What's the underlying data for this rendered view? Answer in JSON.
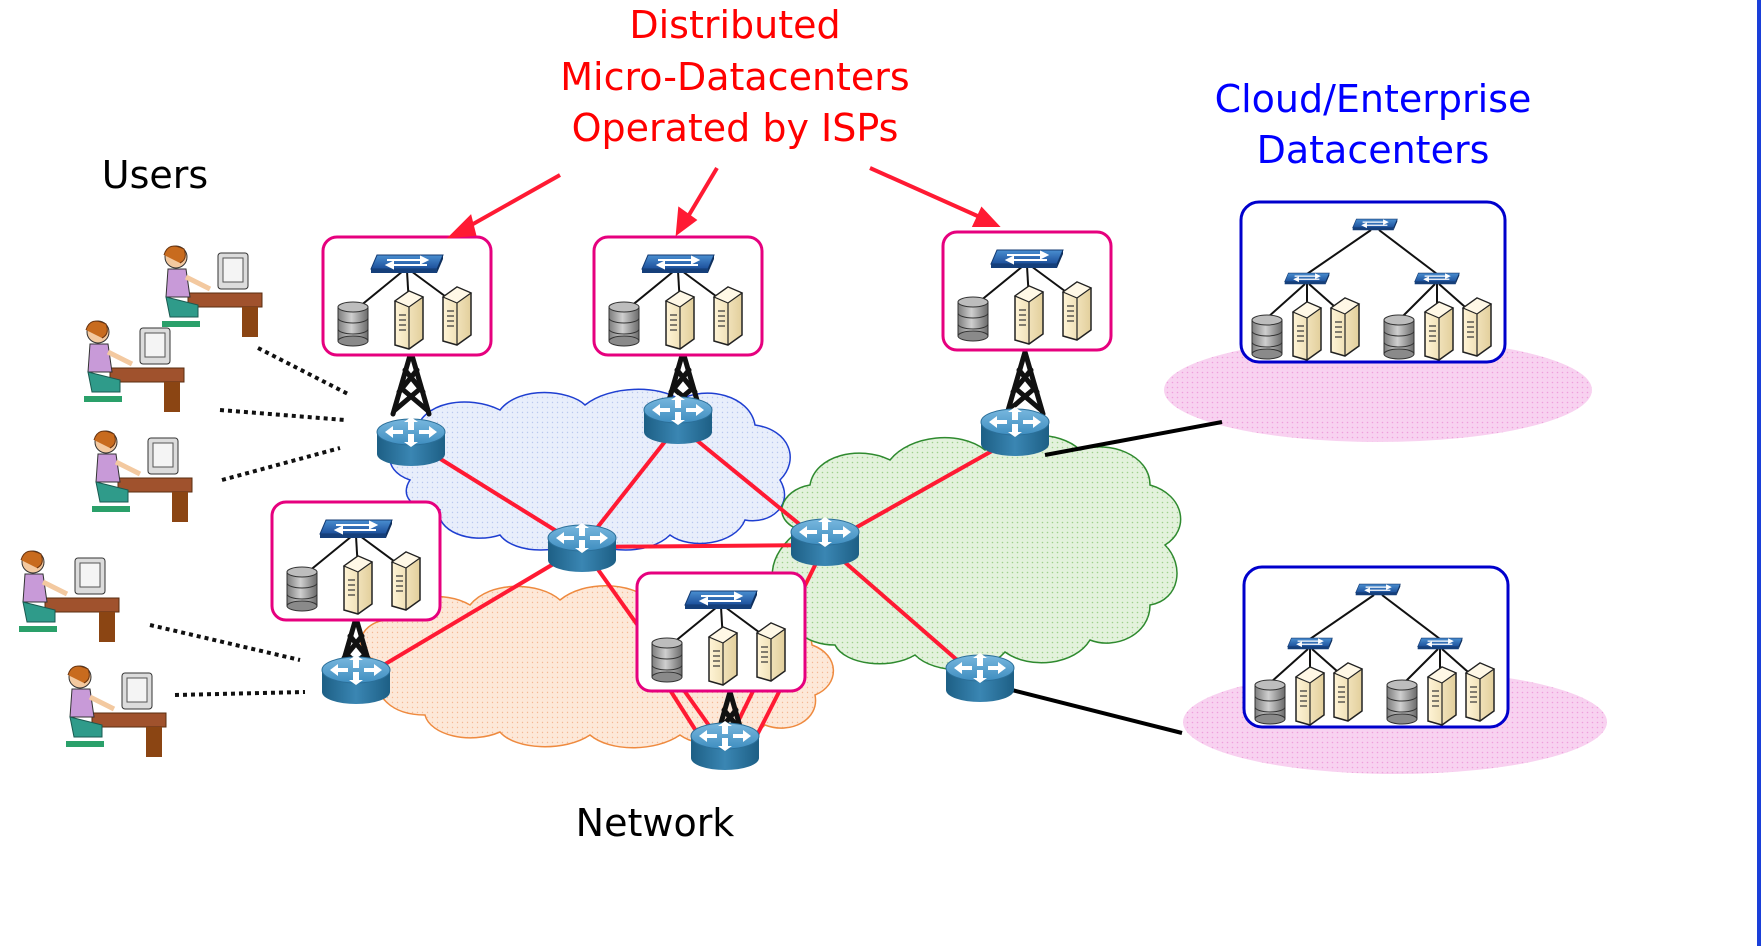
{
  "labels": {
    "micro_line1": "Distributed",
    "micro_line2": "Micro-Datacenters",
    "micro_line3": "Operated by ISPs",
    "cloud_line1": "Cloud/Enterprise",
    "cloud_line2": "Datacenters",
    "users": "Users",
    "network": "Network"
  },
  "icons": {
    "router": "router-icon",
    "switch": "switch-icon",
    "server": "server-icon",
    "storage": "storage-icon",
    "tower": "tower-icon",
    "user": "user-at-computer-icon"
  },
  "colors": {
    "micro_label": "#ff0000",
    "cloud_label": "#0000ff",
    "micro_box_border": "#e6007e",
    "cloud_box_border": "#0000cc",
    "network_link": "#ff1a33",
    "cloud_link": "#000000",
    "cloud_blue": "#e3ecfa",
    "cloud_orange": "#fde5d2",
    "cloud_green": "#e4f2de",
    "datacenter_ellipse": "#f7c9ee"
  }
}
